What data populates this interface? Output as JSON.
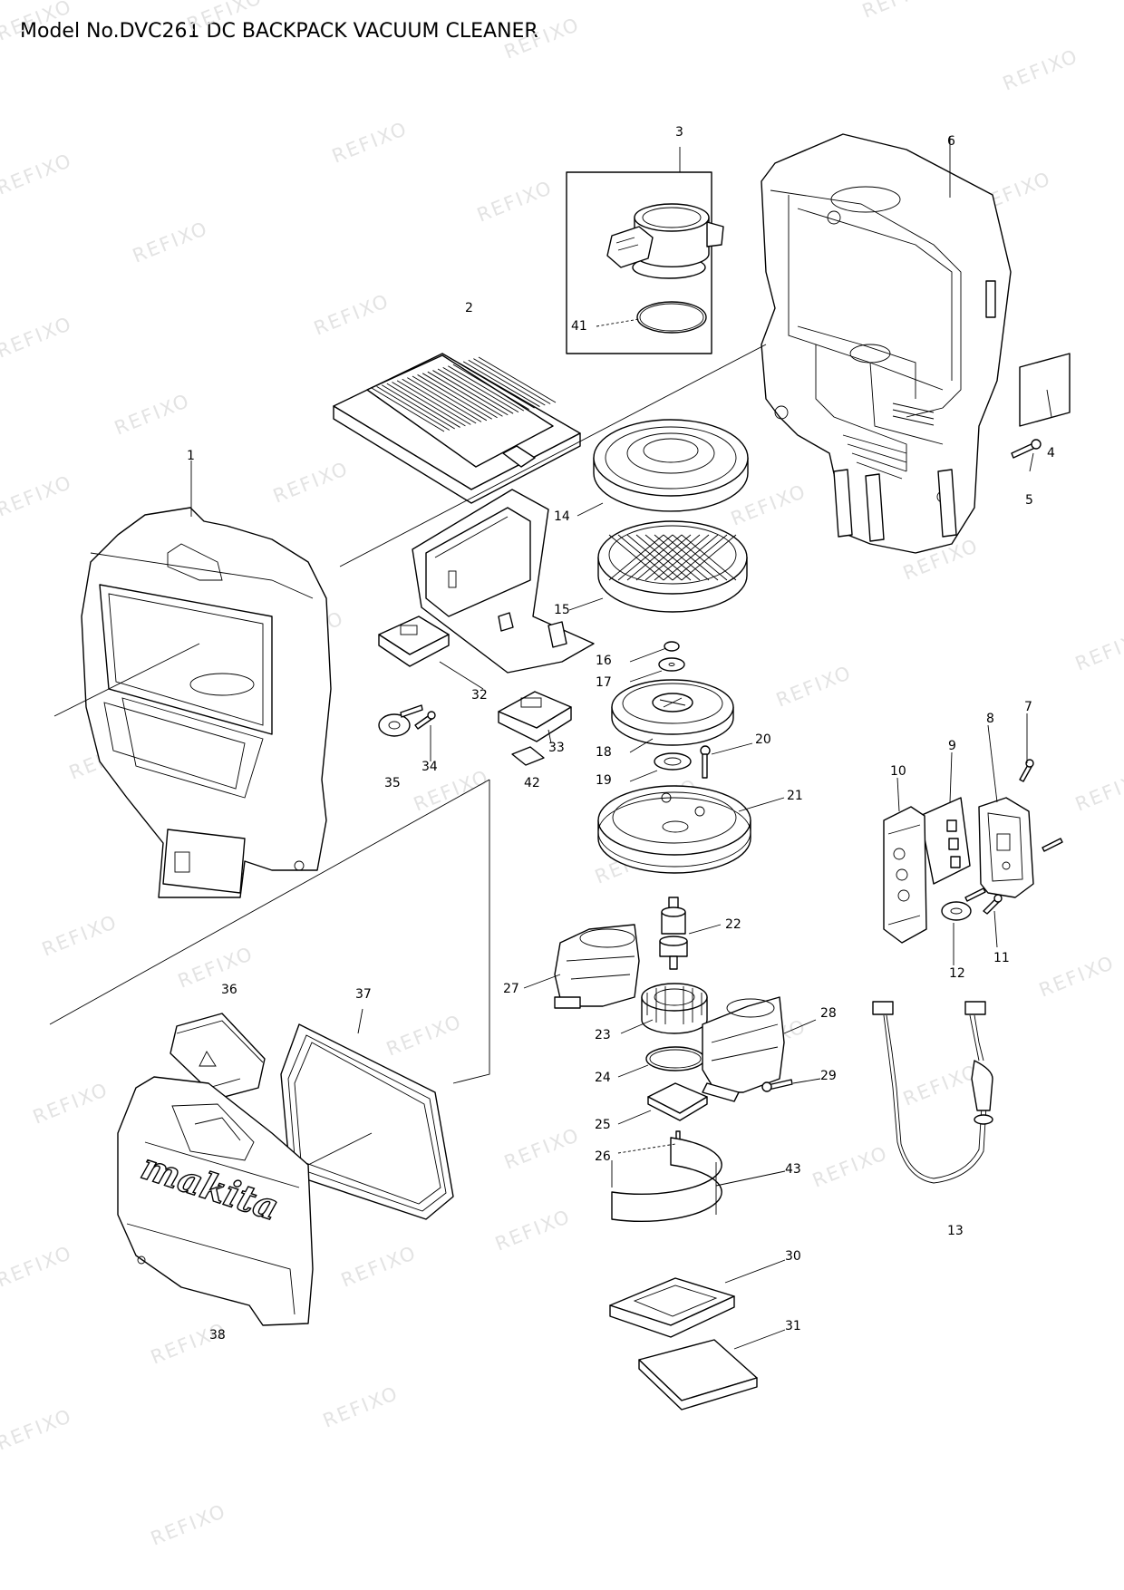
{
  "title": "Model No.DVC261 DC BACKPACK VACUUM CLEANER",
  "watermark": "REFIXO",
  "brand_logo": "makita",
  "callouts": [
    "1",
    "2",
    "3",
    "4",
    "5",
    "6",
    "7",
    "8",
    "9",
    "10",
    "11",
    "12",
    "13",
    "14",
    "15",
    "16",
    "17",
    "18",
    "19",
    "20",
    "21",
    "22",
    "23",
    "24",
    "25",
    "26",
    "27",
    "28",
    "29",
    "30",
    "31",
    "32",
    "33",
    "34",
    "35",
    "36",
    "37",
    "38",
    "41",
    "42",
    "43"
  ]
}
